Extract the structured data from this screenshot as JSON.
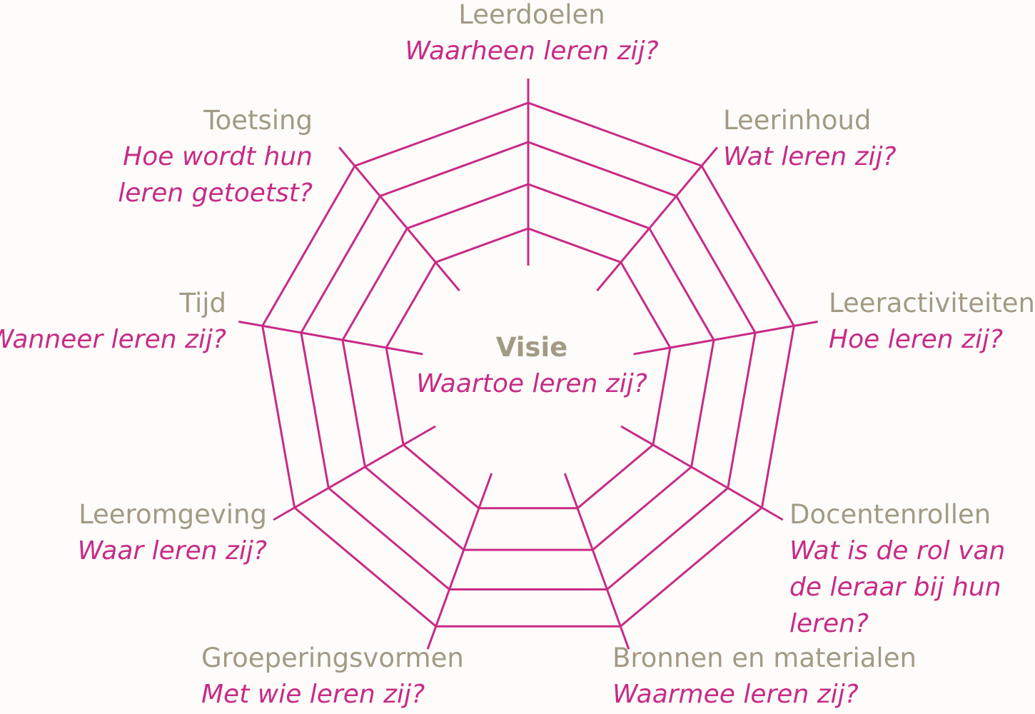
{
  "diagram": {
    "line_color": "#c82b86",
    "title_color": "#a39a85",
    "question_color": "#c82b86",
    "center": {
      "title": "Visie",
      "question": "Waartoe leren zij?"
    },
    "spokes": [
      {
        "title": "Leerdoelen",
        "question": "Waarheen leren zij?"
      },
      {
        "title": "Leerinhoud",
        "question": "Wat leren zij?"
      },
      {
        "title": "Leeractiviteiten",
        "question": "Hoe leren zij?"
      },
      {
        "title": "Docentenrollen",
        "question": "Wat is de rol van de leraar bij hun leren?"
      },
      {
        "title": "Bronnen en materialen",
        "question": "Waarmee leren zij?"
      },
      {
        "title": "Groeperingsvormen",
        "question": "Met wie leren zij?"
      },
      {
        "title": "Leeromgeving",
        "question": "Waar leren zij?"
      },
      {
        "title": "Tijd",
        "question": "Wanneer leren zij?"
      },
      {
        "title": "Toetsing",
        "question": "Hoe wordt hun leren getoetst?"
      }
    ]
  }
}
